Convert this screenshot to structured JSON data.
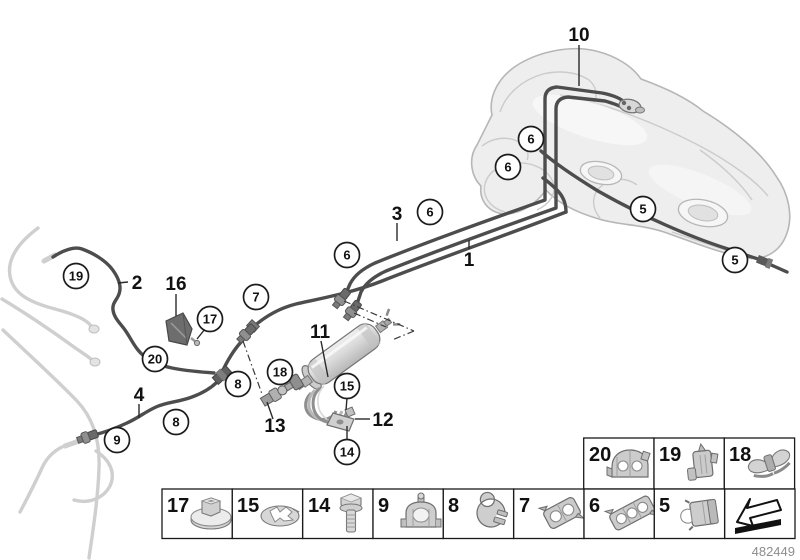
{
  "colors": {
    "pipe-color": "#4d4d4d",
    "ghost-color": "#cfcfcf",
    "tank-fill": "#eeeeee",
    "tank-stroke": "#b6b6b6",
    "tank-inner": "#cbcbcb",
    "part-fill": "#cccccc",
    "part-stroke": "#6e6e6e"
  },
  "callouts": {
    "1": {
      "label": "1"
    },
    "2": {
      "label": "2"
    },
    "3": {
      "label": "3"
    },
    "4": {
      "label": "4"
    },
    "5": {
      "label": "5"
    },
    "6": {
      "label": "6"
    },
    "7": {
      "label": "7"
    },
    "8": {
      "label": "8"
    },
    "9": {
      "label": "9"
    },
    "10": {
      "label": "10"
    },
    "11": {
      "label": "11"
    },
    "12": {
      "label": "12"
    },
    "13": {
      "label": "13"
    },
    "14": {
      "label": "14"
    },
    "15": {
      "label": "15"
    },
    "16": {
      "label": "16"
    },
    "17": {
      "label": "17"
    },
    "18": {
      "label": "18"
    },
    "19": {
      "label": "19"
    },
    "20": {
      "label": "20"
    }
  },
  "legend": {
    "top_row": [
      {
        "label": "20",
        "icon": "pipe-clip-double-hump"
      },
      {
        "label": "19",
        "icon": "pipe-clip-upright"
      },
      {
        "label": "18",
        "icon": "butterfly-clip"
      }
    ],
    "bottom_row": [
      {
        "label": "17",
        "icon": "flange-nut"
      },
      {
        "label": "15",
        "icon": "spring-lock-washer"
      },
      {
        "label": "14",
        "icon": "hex-bolt"
      },
      {
        "label": "9",
        "icon": "line-clamp-stud"
      },
      {
        "label": "8",
        "icon": "hose-clip"
      },
      {
        "label": "7",
        "icon": "double-line-clip"
      },
      {
        "label": "6",
        "icon": "triple-line-clip"
      },
      {
        "label": "5",
        "icon": "holder-clip"
      },
      {
        "label": "",
        "icon": "direction-arrow"
      }
    ]
  },
  "footer": {
    "doc_number": "482449"
  }
}
